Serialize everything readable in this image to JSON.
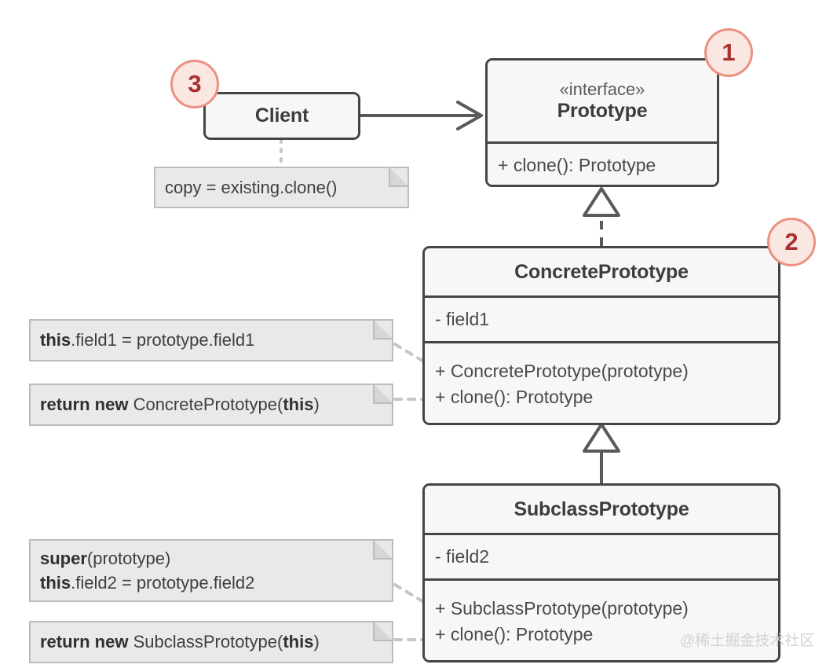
{
  "diagram": {
    "title": "Prototype design pattern UML class diagram",
    "watermark": "@稀土掘金技术社区",
    "colors": {
      "box_fill": "#f7f7f7",
      "box_stroke": "#454545",
      "note_fill": "#e9e9e9",
      "note_stroke": "#bcbcbc",
      "badge_fill": "#fbe7e2",
      "badge_stroke": "#ea9180",
      "badge_text": "#a93030",
      "connector": "#5a5a5a",
      "note_connector": "#c6c6c6",
      "background": "#ffffff"
    }
  },
  "classes": {
    "prototype": {
      "stereotype": "«interface»",
      "name": "Prototype",
      "methods": [
        "+ clone(): Prototype"
      ]
    },
    "client": {
      "name": "Client"
    },
    "concrete_prototype": {
      "name": "ConcretePrototype",
      "fields": [
        "- field1"
      ],
      "methods": [
        "+ ConcretePrototype(prototype)",
        "+ clone(): Prototype"
      ]
    },
    "subclass_prototype": {
      "name": "SubclassPrototype",
      "fields": [
        "- field2"
      ],
      "methods": [
        "+ SubclassPrototype(prototype)",
        "+ clone(): Prototype"
      ]
    }
  },
  "notes": {
    "client_note": {
      "lines": [
        [
          {
            "text": "copy = existing.clone()",
            "bold": false
          }
        ]
      ]
    },
    "concrete_copy_note": {
      "lines": [
        [
          {
            "text": "this",
            "bold": true
          },
          {
            "text": ".field1 = prototype.field1",
            "bold": false
          }
        ]
      ]
    },
    "concrete_clone_note": {
      "lines": [
        [
          {
            "text": "return new ",
            "bold": true
          },
          {
            "text": "ConcretePrototype(",
            "bold": false
          },
          {
            "text": "this",
            "bold": true
          },
          {
            "text": ")",
            "bold": false
          }
        ]
      ]
    },
    "subclass_copy_note": {
      "lines": [
        [
          {
            "text": "super",
            "bold": true
          },
          {
            "text": "(prototype)",
            "bold": false
          }
        ],
        [
          {
            "text": "this",
            "bold": true
          },
          {
            "text": ".field2 = prototype.field2",
            "bold": false
          }
        ]
      ]
    },
    "subclass_clone_note": {
      "lines": [
        [
          {
            "text": "return new ",
            "bold": true
          },
          {
            "text": "SubclassPrototype(",
            "bold": false
          },
          {
            "text": "this",
            "bold": true
          },
          {
            "text": ")",
            "bold": false
          }
        ]
      ]
    }
  },
  "badges": [
    {
      "label": "1",
      "target": "prototype"
    },
    {
      "label": "2",
      "target": "concrete_prototype"
    },
    {
      "label": "3",
      "target": "client"
    }
  ],
  "relations": [
    {
      "kind": "association",
      "from": "client",
      "to": "prototype",
      "arrow": "open-arrow",
      "line": "solid"
    },
    {
      "kind": "realization",
      "from": "concrete_prototype",
      "to": "prototype",
      "arrow": "hollow-triangle",
      "line": "dashed"
    },
    {
      "kind": "generalization",
      "from": "subclass_prototype",
      "to": "concrete_prototype",
      "arrow": "hollow-triangle",
      "line": "solid"
    },
    {
      "kind": "note-link",
      "from": "client_note",
      "to": "client",
      "line": "dotted"
    },
    {
      "kind": "note-link",
      "from": "concrete_copy_note",
      "to": "concrete_prototype",
      "line": "dotted"
    },
    {
      "kind": "note-link",
      "from": "concrete_clone_note",
      "to": "concrete_prototype",
      "line": "dotted"
    },
    {
      "kind": "note-link",
      "from": "subclass_copy_note",
      "to": "subclass_prototype",
      "line": "dotted"
    },
    {
      "kind": "note-link",
      "from": "subclass_clone_note",
      "to": "subclass_prototype",
      "line": "dotted"
    }
  ]
}
